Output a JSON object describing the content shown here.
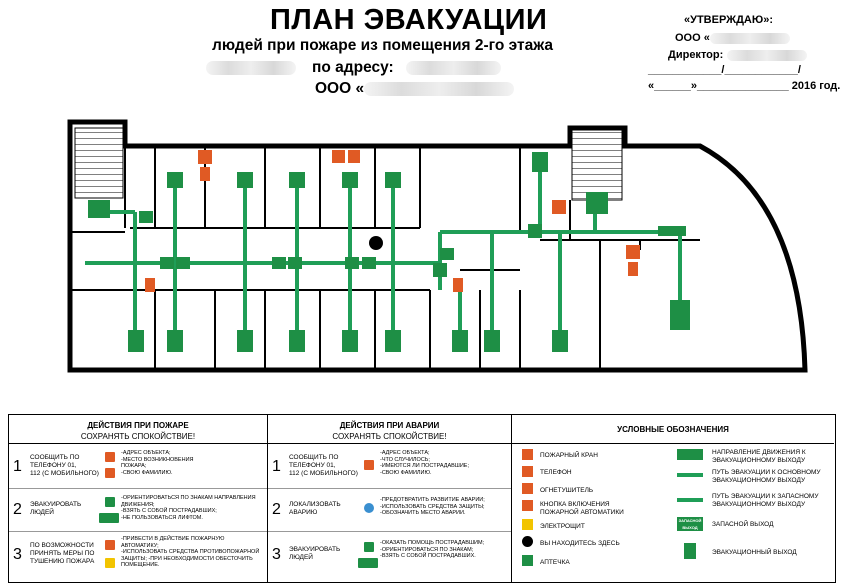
{
  "header": {
    "title": "ПЛАН ЭВАКУАЦИИ",
    "subtitle": "людей при пожаре из помещения 2-го этажа",
    "address_label": "по адресу:",
    "org_prefix": "ООО «"
  },
  "approval": {
    "heading": "«УТВЕРЖДАЮ»:",
    "org_prefix": "ООО «",
    "director_label": "Директор:",
    "signature_line": "____________/____________/",
    "date_line": "«______»_______________ 2016 год."
  },
  "colors": {
    "route_green": "#1f9e57",
    "sign_green": "#1e8f45",
    "sign_red": "#e05a24",
    "wall": "#000000"
  },
  "fire_actions": {
    "heading": "ДЕЙСТВИЯ ПРИ ПОЖАРЕ",
    "subheading": "СОХРАНЯТЬ СПОКОЙСТВИЕ!",
    "rows": [
      {
        "num": "1",
        "action_1": "СООБЩИТЬ ПО",
        "action_2": "ТЕЛЕФОНУ 01,",
        "action_3": "112 (С МОБИЛЬНОГО)",
        "detail_1": "-АДРЕС ОБЪЕКТА;",
        "detail_2": "-МЕСТО ВОЗНИКНОВЕНИЯ",
        "detail_3": "ПОЖАРА;",
        "detail_4": "-СВОЮ ФАМИЛИЮ."
      },
      {
        "num": "2",
        "action_1": "ЭВАКУИРОВАТЬ",
        "action_2": "ЛЮДЕЙ",
        "action_3": "",
        "detail_1": "-ОРИЕНТИРОВАТЬСЯ ПО ЗНАКАМ НАПРАВЛЕНИЯ",
        "detail_2": "ДВИЖЕНИЯ;",
        "detail_3": "-ВЗЯТЬ С СОБОЙ ПОСТРАДАВШИХ;",
        "detail_4": "-НЕ ПОЛЬЗОВАТЬСЯ ЛИФТОМ."
      },
      {
        "num": "3",
        "action_1": "ПО ВОЗМОЖНОСТИ",
        "action_2": "ПРИНЯТЬ МЕРЫ ПО",
        "action_3": "ТУШЕНИЮ ПОЖАРА",
        "detail_1": "-ПРИВЕСТИ В ДЕЙСТВИЕ ПОЖАРНУЮ",
        "detail_2": "АВТОМАТИКУ;",
        "detail_3": "-ИСПОЛЬЗОВАТЬ СРЕДСТВА ПРОТИВОПОЖАРНОЙ",
        "detail_4": "ЗАЩИТЫ; -ПРИ НЕОБХОДИМОСТИ ОБЕСТОЧИТЬ ПОМЕЩЕНИЕ."
      }
    ]
  },
  "accident_actions": {
    "heading": "ДЕЙСТВИЯ ПРИ АВАРИИ",
    "subheading": "СОХРАНЯТЬ СПОКОЙСТВИЕ!",
    "rows": [
      {
        "num": "1",
        "action_1": "СООБЩИТЬ ПО",
        "action_2": "ТЕЛЕФОНУ 01,",
        "action_3": "112 (С МОБИЛЬНОГО)",
        "detail_1": "-АДРЕС ОБЪЕКТА;",
        "detail_2": "-ЧТО СЛУЧИЛОСЬ;",
        "detail_3": "-ИМЕЮТСЯ ЛИ ПОСТРАДАВШИЕ;",
        "detail_4": "-СВОЮ ФАМИЛИЮ."
      },
      {
        "num": "2",
        "action_1": "ЛОКАЛИЗОВАТЬ",
        "action_2": "АВАРИЮ",
        "action_3": "",
        "detail_1": "-ПРЕДОТВРАТИТЬ РАЗВИТИЕ АВАРИИ;",
        "detail_2": "-ИСПОЛЬЗОВАТЬ СРЕДСТВА ЗАЩИТЫ;",
        "detail_3": "-ОБОЗНАЧИТЬ МЕСТО АВАРИИ.",
        "detail_4": ""
      },
      {
        "num": "3",
        "action_1": "ЭВАКУИРОВАТЬ",
        "action_2": "ЛЮДЕЙ",
        "action_3": "",
        "detail_1": "-ОКАЗАТЬ ПОМОЩЬ ПОСТРАДАВШИМ;",
        "detail_2": "-ОРИЕНТИРОВАТЬСЯ ПО ЗНАКАМ;",
        "detail_3": "-ВЗЯТЬ С СОБОЙ ПОСТРАДАВШИХ.",
        "detail_4": ""
      }
    ]
  },
  "legend": {
    "heading": "УСЛОВНЫЕ ОБОЗНАЧЕНИЯ",
    "left": [
      {
        "label": "ПОЖАРНЫЙ КРАН",
        "icon": "fire-hydrant-icon"
      },
      {
        "label": "ТЕЛЕФОН",
        "icon": "phone-icon"
      },
      {
        "label": "ОГНЕТУШИТЕЛЬ",
        "icon": "extinguisher-icon"
      },
      {
        "label": "КНОПКА ВКЛЮЧЕНИЯ ПОЖАРНОЙ АВТОМАТИКИ",
        "icon": "alarm-button-icon"
      },
      {
        "label": "ЭЛЕКТРОЩИТ",
        "icon": "electric-panel-icon"
      },
      {
        "label": "ВЫ НАХОДИТЕСЬ ЗДЕСЬ",
        "icon": "you-are-here-icon"
      },
      {
        "label": "АПТЕЧКА",
        "icon": "first-aid-icon"
      }
    ],
    "right": [
      {
        "label": "НАПРАВЛЕНИЕ ДВИЖЕНИЯ К ЭВАКУАЦИОННОМУ ВЫХОДУ",
        "icon": "direction-sign-icon"
      },
      {
        "label": "ПУТЬ ЭВАКУАЦИИ К ОСНОВНОМУ ЭВАКУАЦИОННОМУ ВЫХОДУ",
        "icon": "main-route-line-icon"
      },
      {
        "label": "ПУТЬ ЭВАКУАЦИИ К ЗАПАСНОМУ ЭВАКУАЦИОННОМУ ВЫХОДУ",
        "icon": "reserve-route-line-icon"
      },
      {
        "label": "ЗАПАСНОЙ ВЫХОД",
        "icon": "reserve-exit-sign-icon",
        "sign_text": "ЗАПАСНОЙ ВЫХОД"
      },
      {
        "label": "ЭВАКУАЦИОННЫЙ ВЫХОД",
        "icon": "evacuation-exit-icon"
      }
    ]
  }
}
